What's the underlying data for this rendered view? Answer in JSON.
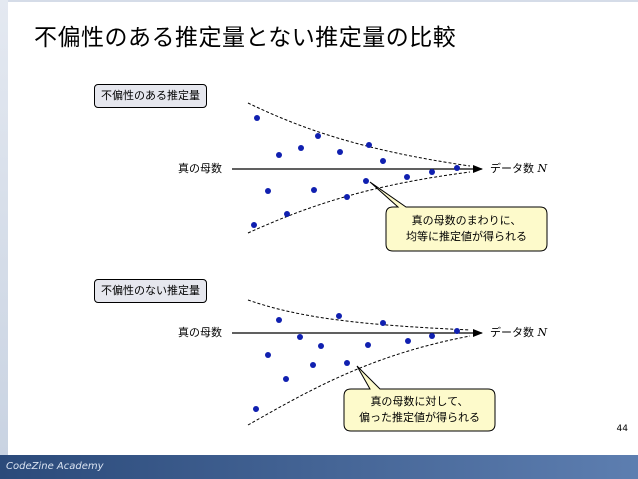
{
  "slide": {
    "title": "不偏性のある推定量とない推定量の比較",
    "page_number": "44",
    "footer": "CodeZine Academy"
  },
  "panels": [
    {
      "label": "不偏性のある推定量",
      "axis_left_label": "真の母数",
      "axis_right_label": "データ数",
      "axis_right_variable": "N",
      "callout_lines": [
        "真の母数のまわりに、",
        "均等に推定値が得られる"
      ]
    },
    {
      "label": "不偏性のない推定量",
      "axis_left_label": "真の母数",
      "axis_right_label": "データ数",
      "axis_right_variable": "N",
      "callout_lines": [
        "真の母数に対して、",
        "偏った推定値が得られる"
      ]
    }
  ],
  "colors": {
    "point": "#1020b0",
    "callout_fill": "#fdfacb",
    "label_fill": "#e6e7ee",
    "footer_start": "#2b4a7a",
    "footer_end": "#5d7eb0"
  }
}
